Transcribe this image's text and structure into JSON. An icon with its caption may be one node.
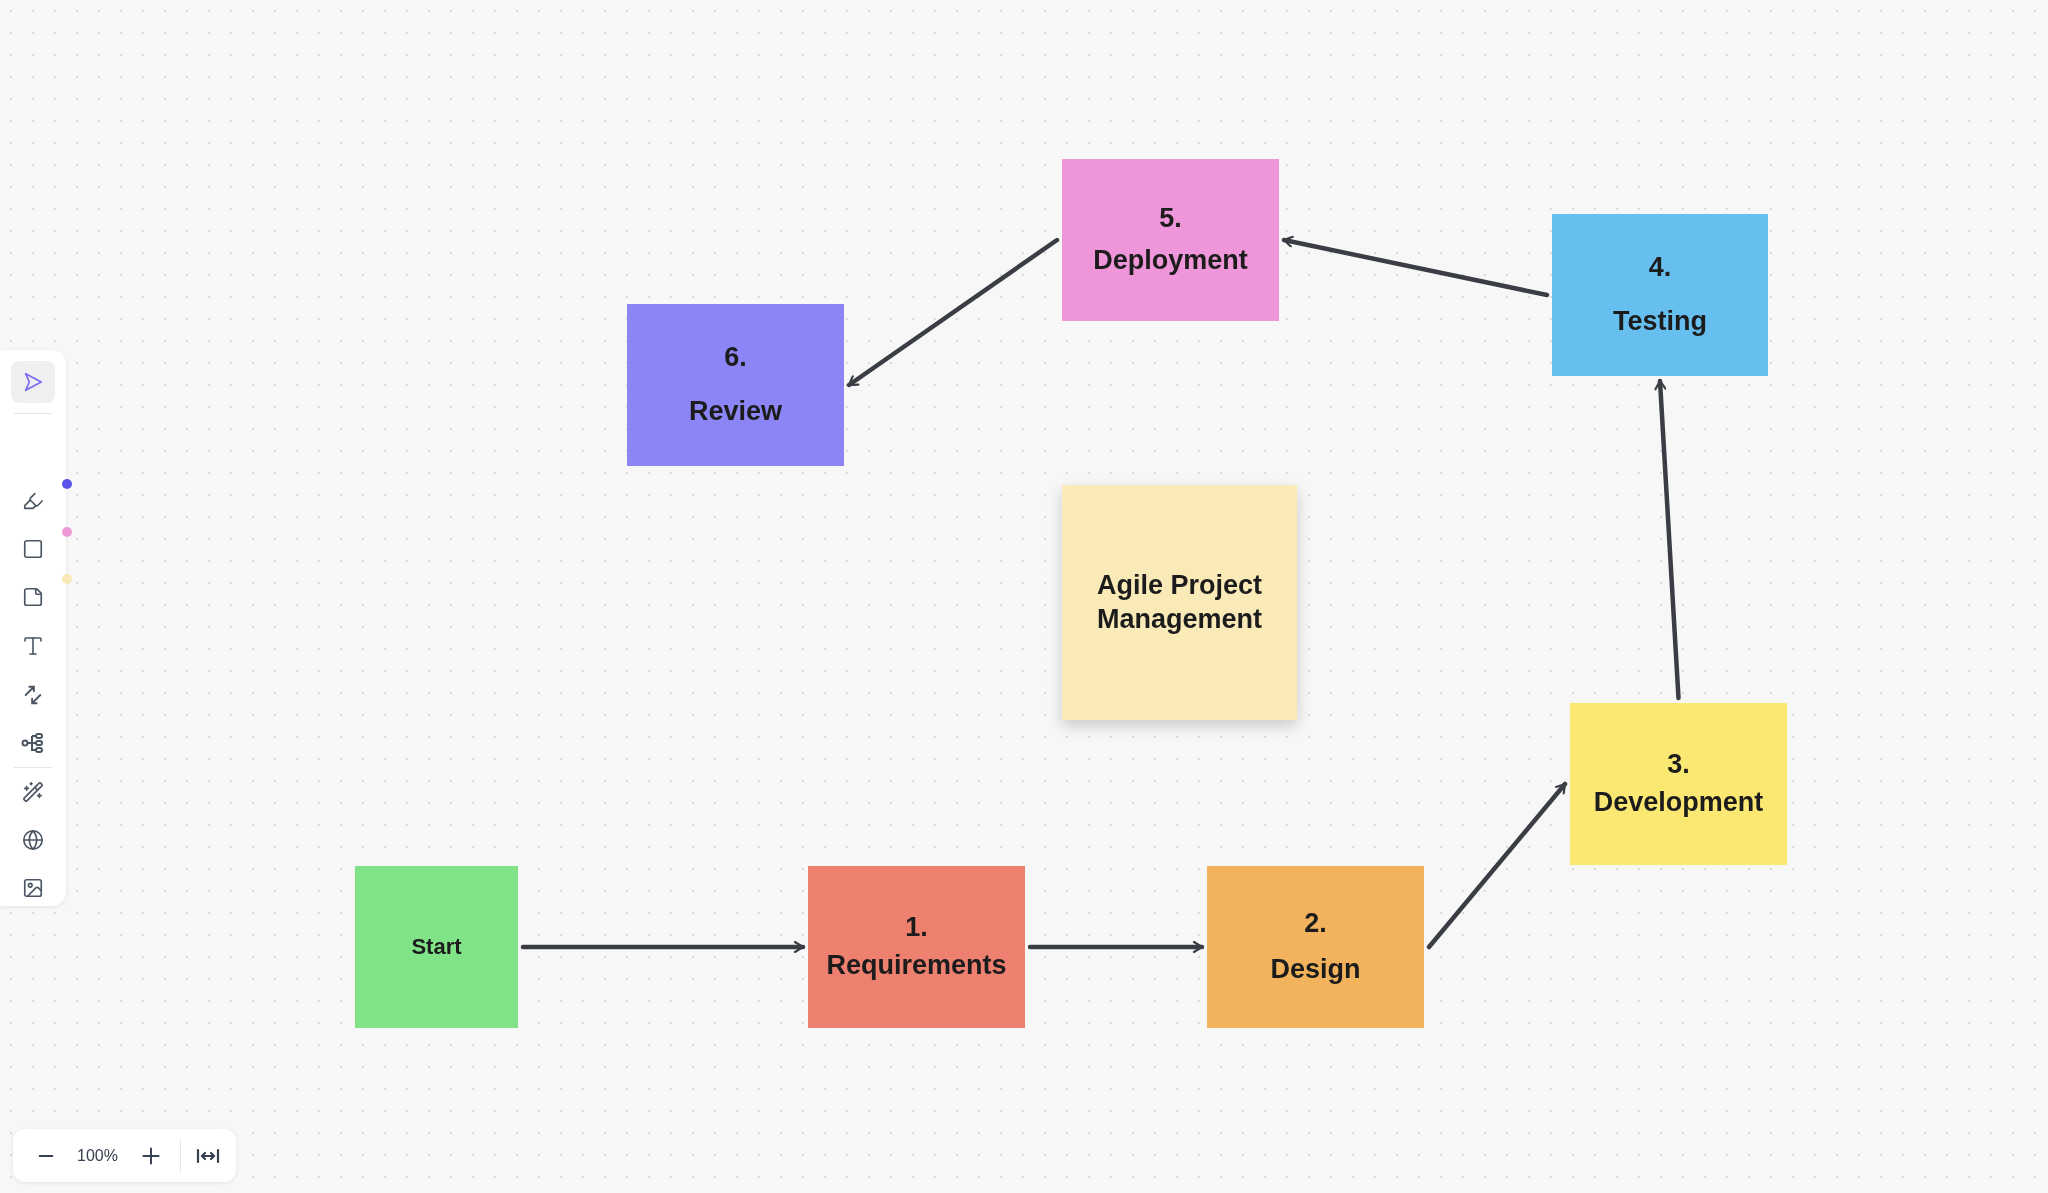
{
  "diagram": {
    "nodes": [
      {
        "text": [
          "Start"
        ]
      },
      {
        "text": [
          "1.",
          "Requirements"
        ]
      },
      {
        "text": [
          "2.",
          "Design"
        ]
      },
      {
        "text": [
          "3.",
          "Development"
        ]
      },
      {
        "text": [
          "4.",
          "Testing"
        ]
      },
      {
        "text": [
          "5.",
          "Deployment"
        ]
      },
      {
        "text": [
          "6.",
          "Review"
        ]
      },
      {
        "text": [
          "Agile Project Management"
        ]
      }
    ],
    "edges": [
      {
        "from": 0,
        "to": 1,
        "arrow": "to"
      },
      {
        "from": 1,
        "to": 2,
        "arrow": "to"
      },
      {
        "from": 2,
        "to": 3,
        "arrow": "to"
      },
      {
        "from": 3,
        "to": 4,
        "arrow": "to"
      },
      {
        "from": 4,
        "to": 5,
        "arrow": "to"
      },
      {
        "from": 5,
        "to": 6,
        "arrow": "to"
      }
    ],
    "labels": [
      "100%"
    ]
  }
}
